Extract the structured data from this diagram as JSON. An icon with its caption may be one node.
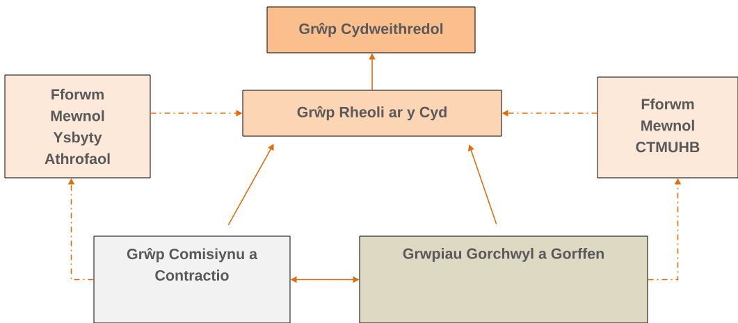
{
  "diagram": {
    "nodes": [
      {
        "text": [
          "Grŵp Cydweithredol"
        ]
      },
      {
        "text": [
          "Grŵp Rheoli ar y Cyd"
        ]
      },
      {
        "text": [
          "Fforwm Mewnol Ysbyty Athrofaol"
        ]
      },
      {
        "text": [
          "Fforwm Mewnol CTMUHB"
        ]
      },
      {
        "text": [
          "Grŵp Comisiynu a Contractio"
        ]
      },
      {
        "text": [
          "Grwpiau Gorchwyl a Gorffen"
        ]
      }
    ],
    "edges": [
      {
        "from": 1,
        "to": 0,
        "arrow": "to"
      },
      {
        "from": 2,
        "to": 1,
        "arrow": "to",
        "style": "dashed"
      },
      {
        "from": 3,
        "to": 1,
        "arrow": "to",
        "style": "dashed"
      },
      {
        "from": 4,
        "to": 1,
        "arrow": "to"
      },
      {
        "from": 5,
        "to": 1,
        "arrow": "to"
      },
      {
        "from": 4,
        "to": 5,
        "arrow": "both"
      },
      {
        "from": 4,
        "to": 2,
        "arrow": "to",
        "style": "dashed"
      },
      {
        "from": 5,
        "to": 3,
        "arrow": "to",
        "style": "dashed"
      }
    ]
  }
}
